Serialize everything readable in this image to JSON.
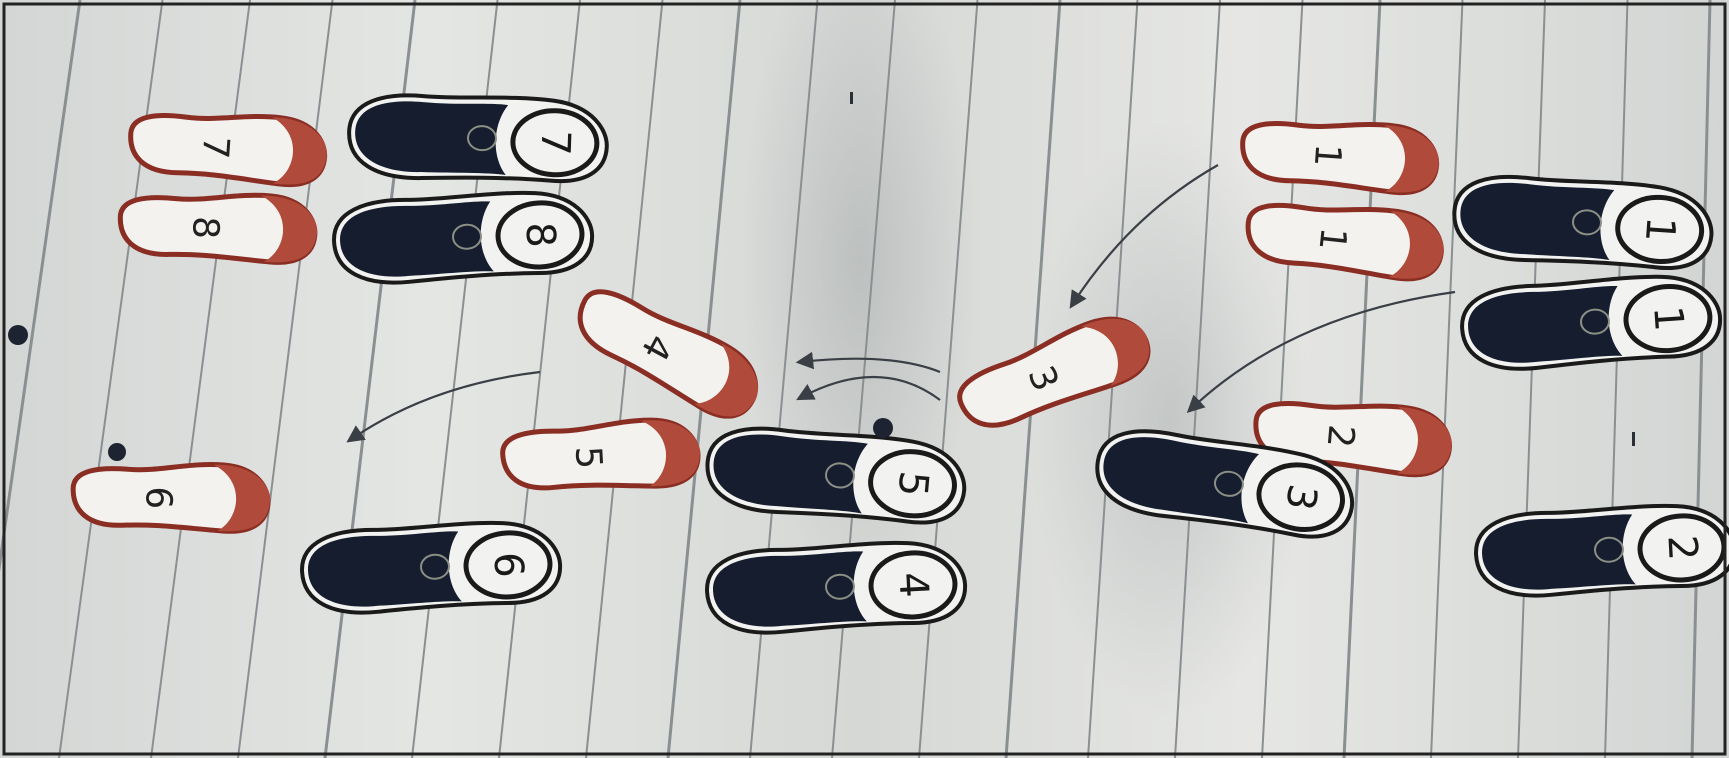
{
  "photo": {
    "subject": "dance-step floor mat",
    "colors": {
      "floor": "#d9dcda",
      "floor_light": "#eeefed",
      "line": "#8a8f91",
      "follower_fill": "#f4f2ef",
      "follower_heel": "#b04a3a",
      "follower_outline": "#8a2e24",
      "leader_sole": "#151d2e",
      "leader_outline": "#1a1a1a",
      "label_disc": "#f2f2f0",
      "arrow": "#3a3f45"
    }
  },
  "footprints": {
    "follower": [
      {
        "label": "7"
      },
      {
        "label": "8"
      },
      {
        "label": "4"
      },
      {
        "label": "5"
      },
      {
        "label": "6"
      },
      {
        "label": "1"
      },
      {
        "label": "1"
      },
      {
        "label": "3"
      },
      {
        "label": "2"
      }
    ],
    "leader": [
      {
        "label": "7"
      },
      {
        "label": "8"
      },
      {
        "label": "5"
      },
      {
        "label": "4"
      },
      {
        "label": "6"
      },
      {
        "label": "3"
      },
      {
        "label": "1"
      },
      {
        "label": "1"
      },
      {
        "label": "2"
      }
    ]
  }
}
